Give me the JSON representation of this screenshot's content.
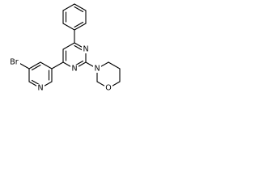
{
  "molecule": {
    "atoms": {
      "br": "Br",
      "n_pyridine": "N",
      "n_pyrimidine_upper": "N",
      "n_pyrimidine_lower": "N",
      "n_morpholine": "N",
      "o_morpholine": "O"
    }
  }
}
